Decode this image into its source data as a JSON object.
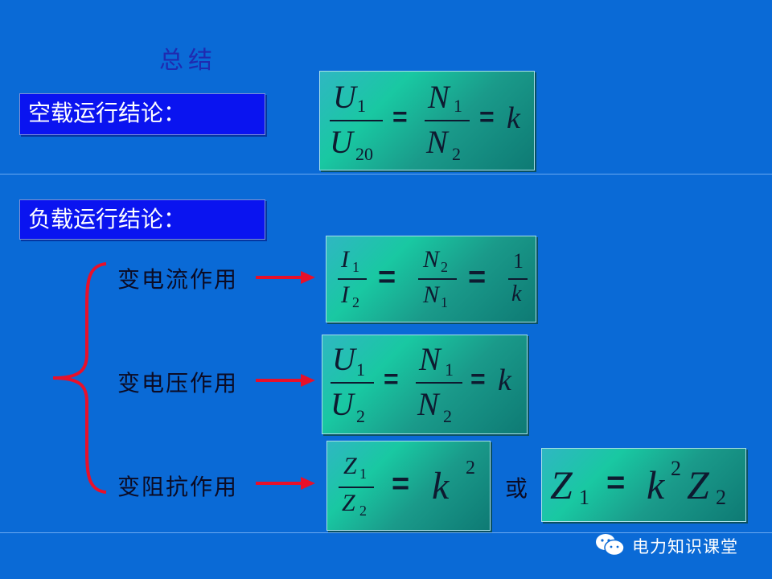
{
  "title": "总结",
  "noload": {
    "label": "空载运行结论：",
    "formula": {
      "u_num": "U",
      "u_num_sub": "1",
      "u_den": "U",
      "u_den_sub": "20",
      "n_num": "N",
      "n_num_sub": "1",
      "n_den": "N",
      "n_den_sub": "2",
      "eq": "=",
      "k": "k"
    }
  },
  "load": {
    "label": "负载运行结论：",
    "items": [
      {
        "label": "变电流作用",
        "formula": {
          "i_num": "I",
          "i_num_sub": "1",
          "i_den": "I",
          "i_den_sub": "2",
          "n_num": "N",
          "n_num_sub": "2",
          "n_den": "N",
          "n_den_sub": "1",
          "eq": "=",
          "one": "1",
          "k": "k"
        }
      },
      {
        "label": "变电压作用",
        "formula": {
          "u_num": "U",
          "u_num_sub": "1",
          "u_den": "U",
          "u_den_sub": "2",
          "n_num": "N",
          "n_num_sub": "1",
          "n_den": "N",
          "n_den_sub": "2",
          "eq": "=",
          "k": "k"
        }
      },
      {
        "label": "变阻抗作用",
        "formula": {
          "z_num": "Z",
          "z_num_sub": "1",
          "z_den": "Z",
          "z_den_sub": "2",
          "eq": "=",
          "k": "k",
          "exp": "2"
        }
      }
    ],
    "or_text": "或",
    "alt_formula": {
      "z1": "Z",
      "z1_sub": "1",
      "eq": "=",
      "k": "k",
      "exp": "2",
      "z2": "Z",
      "z2_sub": "2"
    }
  },
  "footer": {
    "brand": "电力知识课堂",
    "icon": "wechat-icon"
  },
  "colors": {
    "background": "#0a6ad6",
    "label_box": "#0a14f0",
    "arrow": "#e8102a",
    "brace": "#e8102a",
    "formula_box": "#19c8a2"
  }
}
